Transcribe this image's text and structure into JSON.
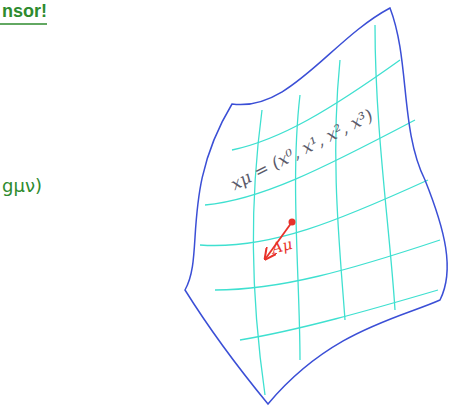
{
  "diagram": {
    "labels": [
      "nsor!",
      "gμν)",
      "xμ = (x⁰, x¹, x², x³)",
      "Aμ"
    ]
  }
}
